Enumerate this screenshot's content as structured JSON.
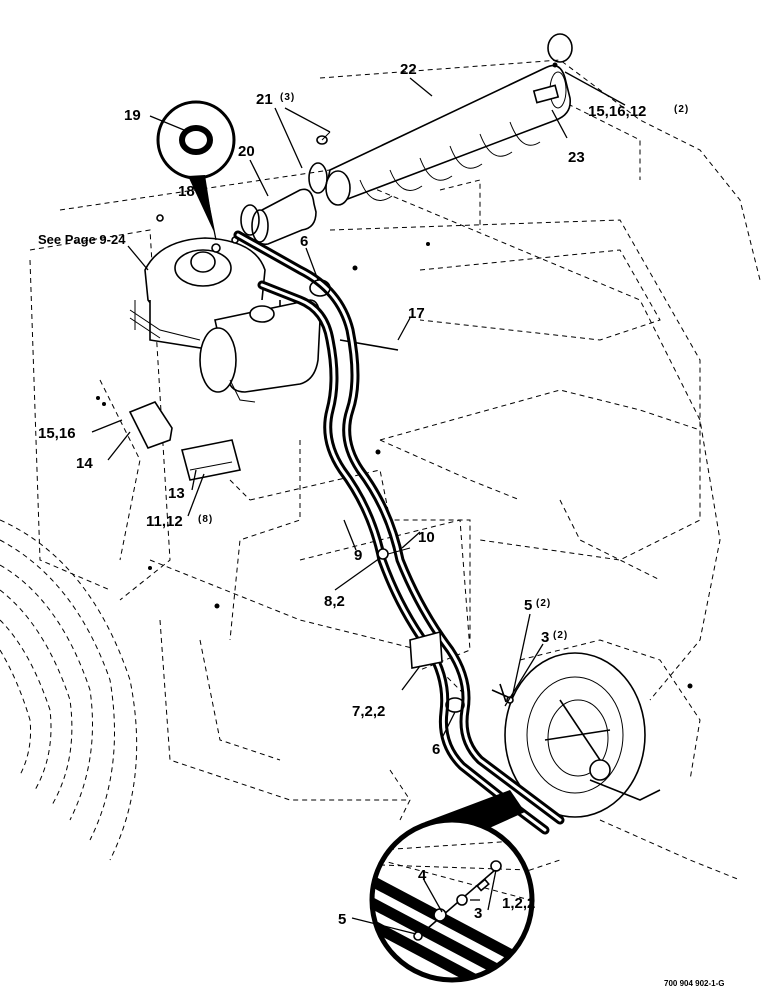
{
  "labels": {
    "l22": "22",
    "l21": "21",
    "l21_qty": "(3)",
    "l19": "19",
    "l20": "20",
    "l15_16_12": "15,16,12",
    "l15_16_12_qty": "(2)",
    "l23": "23",
    "l18": "18",
    "see_page": "See Page 9-24",
    "l6_top": "6",
    "l17": "17",
    "l15_16": "15,16",
    "l14": "14",
    "l13": "13",
    "l11_12": "11,12",
    "l11_12_qty": "(8)",
    "l9": "9",
    "l10": "10",
    "l8_2": "8,2",
    "l5_top": "5",
    "l5_top_qty": "(2)",
    "l3_top": "3",
    "l3_top_qty": "(2)",
    "l7_2_2": "7,2,2",
    "l6_bottom": "6",
    "l4": "4",
    "l1_2_2": "1,2,2",
    "l5_bottom": "5",
    "l3_bottom": "3"
  },
  "figure_code": "700 904 902-1-G"
}
